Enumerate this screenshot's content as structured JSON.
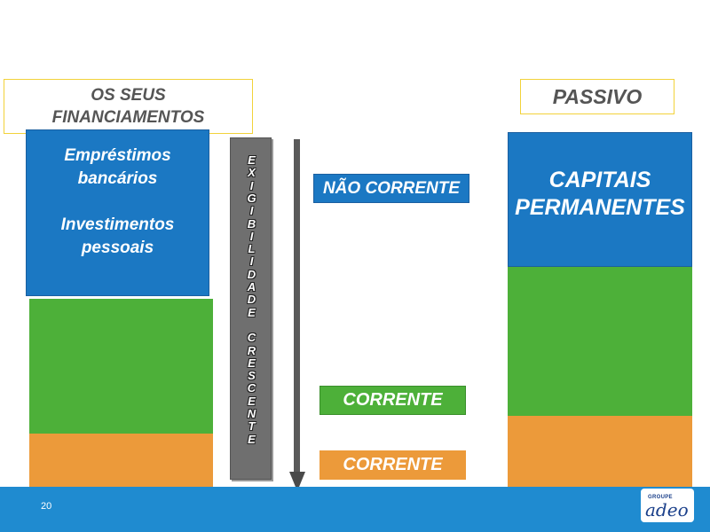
{
  "left": {
    "header": "OS SEUS FINANCIAMENTOS",
    "blue_line1": "Empréstimos",
    "blue_line2": "bancários",
    "blue_line3": "Investimentos",
    "blue_line4": "pessoais"
  },
  "right": {
    "header": "PASSIVO",
    "blue_line1": "CAPITAIS",
    "blue_line2": "PERMANENTES"
  },
  "middle": {
    "bar_text": "EXIGIBILIDADE CRESCENTE",
    "label_nao_corrente": "NÃO CORRENTE",
    "label_corrente_1": "CORRENTE",
    "label_corrente_2": "CORRENTE"
  },
  "footer": {
    "page_number": "20",
    "logo_small": "GROUPE",
    "logo_big": "adeo"
  },
  "colors": {
    "blue": "#1b78c3",
    "green": "#4db039",
    "orange": "#ec9a3a",
    "footer": "#1f8bd0",
    "header_border": "#f2d23a"
  }
}
